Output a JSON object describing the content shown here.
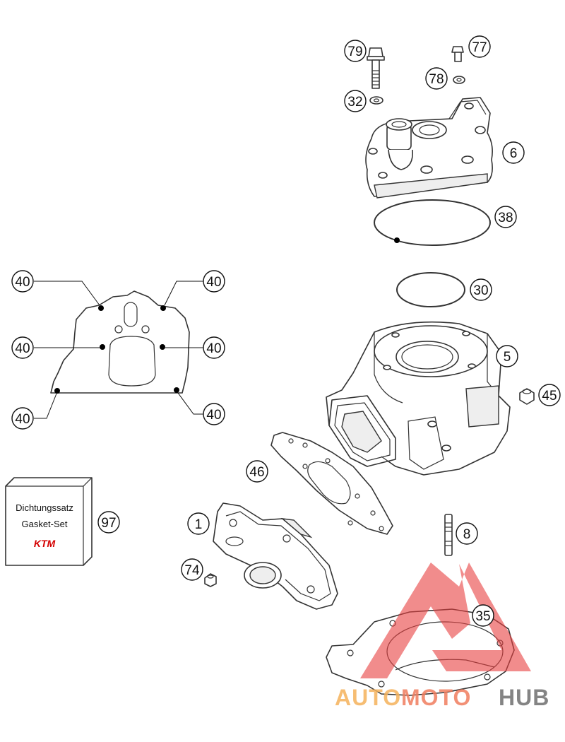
{
  "callouts": {
    "c79": "79",
    "c77": "77",
    "c78": "78",
    "c32": "32",
    "c6": "6",
    "c38": "38",
    "c30": "30",
    "c5": "5",
    "c45": "45",
    "c40a": "40",
    "c40b": "40",
    "c40c": "40",
    "c40d": "40",
    "c40e": "40",
    "c40f": "40",
    "c46": "46",
    "c97": "97",
    "c1": "1",
    "c74": "74",
    "c8": "8",
    "c35": "35"
  },
  "gasket_box": {
    "line1": "Dichtungssatz",
    "line2": "Gasket-Set",
    "brand": "KTM"
  },
  "watermark": {
    "auto": "AUTO",
    "moto": "MOTO",
    "hub": "HUB",
    "colors": {
      "triangle": "#e8403f",
      "auto": "#f4b15a",
      "moto": "#f07d5e",
      "hub": "#6e6e6e"
    }
  }
}
